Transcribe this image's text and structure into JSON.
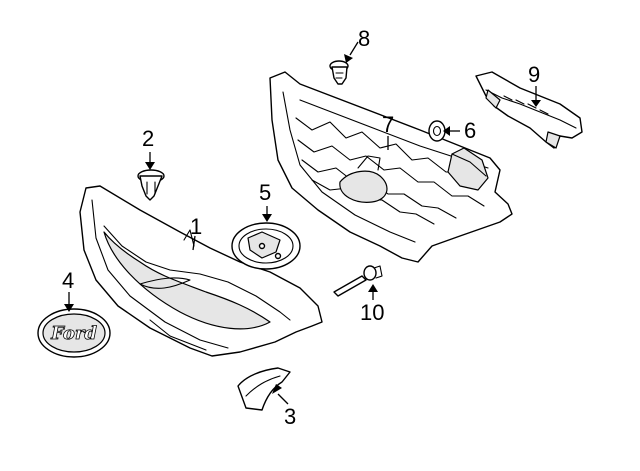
{
  "diagram": {
    "callouts": [
      "1",
      "2",
      "3",
      "4",
      "5",
      "6",
      "7",
      "8",
      "9",
      "10"
    ]
  },
  "emblem": {
    "text": "Ford"
  }
}
